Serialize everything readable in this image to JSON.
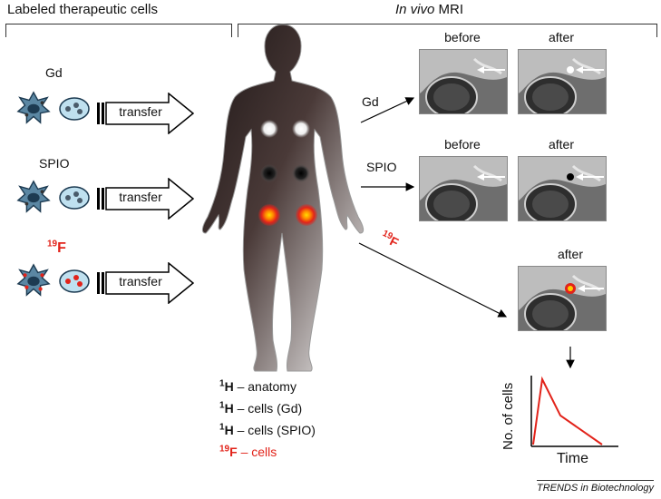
{
  "left_section": {
    "title": "Labeled therapeutic cells"
  },
  "right_section": {
    "title_italic": "In vivo",
    "title_rest": " MRI"
  },
  "rows": [
    {
      "agent": "Gd",
      "transfer": "transfer"
    },
    {
      "agent": "SPIO",
      "transfer": "transfer"
    },
    {
      "agent_mass": "19",
      "agent_symbol": "F",
      "transfer": "transfer"
    }
  ],
  "mri": {
    "before": "before",
    "after": "after",
    "gd_arrow_label": "Gd",
    "spio_arrow_label": "SPIO",
    "f_arrow_mass": "19",
    "f_arrow_symbol": "F",
    "f_after": "after"
  },
  "legend": [
    {
      "mass": "1",
      "symbol": "H",
      "text": " – anatomy"
    },
    {
      "mass": "1",
      "symbol": "H",
      "text": " – cells (Gd)"
    },
    {
      "mass": "1",
      "symbol": "H",
      "text": " – cells (SPIO)"
    },
    {
      "mass": "19",
      "symbol": "F",
      "text": " – cells"
    }
  ],
  "graph": {
    "ylabel": "No. of cells",
    "xlabel": "Time"
  },
  "credit": "TRENDS in Biotechnology",
  "colors": {
    "accent_red": "#e2231a",
    "fluor_glow": "#ffb000"
  }
}
